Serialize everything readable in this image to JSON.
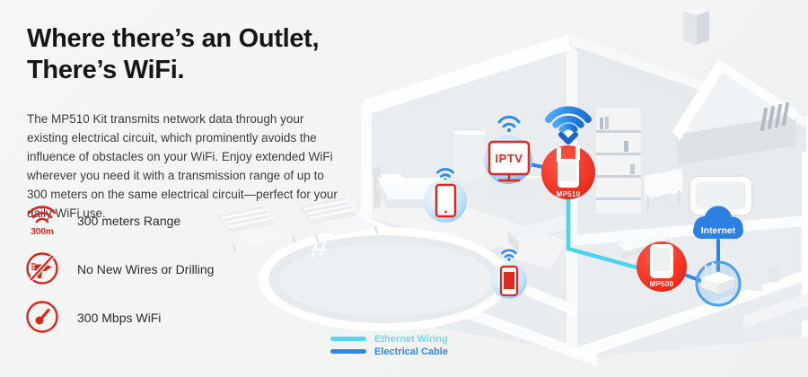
{
  "hero": {
    "title_line1": "Where there’s an Outlet,",
    "title_line2": "There’s WiFi.",
    "description": "The MP510 Kit transmits network data through your existing electrical circuit, which prominently avoids the influence of obstacles on your WiFi. Enjoy extended WiFi wherever you need it with a transmission range of up to 300 meters on the same electrical circuit—perfect for your daily WiFi use."
  },
  "features": [
    {
      "icon": "wifi-range-icon",
      "badge": "300m",
      "label": "300 meters Range"
    },
    {
      "icon": "no-drill-icon",
      "label": "No New Wires or Drilling"
    },
    {
      "icon": "speedometer-icon",
      "label": "300 Mbps WiFi"
    }
  ],
  "diagram": {
    "iptv_label": "IPTV",
    "mp510_label": "MP510",
    "mp500_label": "MP500",
    "internet_label": "Internet",
    "legend": [
      {
        "label": "Ethernet Wiring",
        "color": "#5ad7ef"
      },
      {
        "label": "Electrical Cable",
        "color": "#2e86e6"
      }
    ],
    "colors": {
      "ethernet_cyan": "#4cd4ee",
      "electrical_blue": "#2e86e6",
      "device_red": "#ee3424",
      "wifi_blue": "#2b83e6",
      "icon_red": "#d8261c"
    }
  }
}
